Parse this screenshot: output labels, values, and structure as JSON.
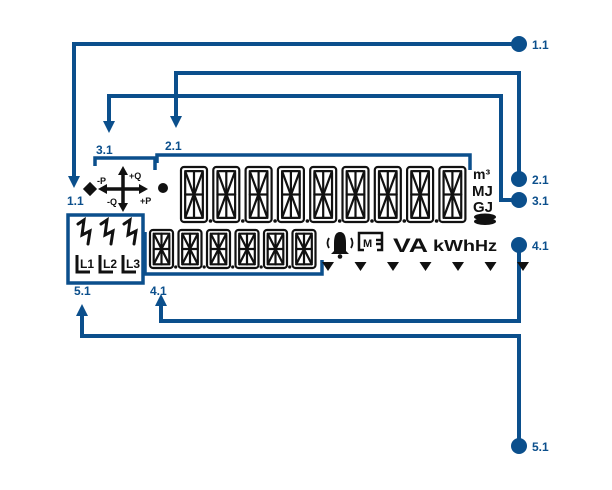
{
  "colors": {
    "leader": "#0b4f8c",
    "lcd_ink": "#111111",
    "segment_fill": "#ffffff",
    "background": "#ffffff"
  },
  "callouts": {
    "c1_1_right": "1.1",
    "c2_1_right": "2.1",
    "c3_1_right": "3.1",
    "c4_1_right": "4.1",
    "c5_1_right": "5.1",
    "c1_1_left": "1.1",
    "c3_1_left": "3.1",
    "c2_1_left": "2.1",
    "c5_1_left": "5.1",
    "c4_1_left": "4.1"
  },
  "quadrant": {
    "plus_p": "+P",
    "minus_p": "-P",
    "plus_q": "+Q",
    "minus_q": "-Q"
  },
  "phases": [
    "L1",
    "L2",
    "L3"
  ],
  "upper_units": {
    "m3": "m³",
    "mj": "MJ",
    "gj": "GJ"
  },
  "lower_units": {
    "va": "VA",
    "kwh": "kWh",
    "hz": "Hz"
  },
  "main_display": {
    "digit_count": 9
  },
  "aux_display": {
    "digit_count": 6
  },
  "triangle_count": 7,
  "icons": [
    "diamond-icon",
    "quadrant-arrows-icon",
    "dot-icon",
    "phase-wave-icon",
    "alarm-bell-icon",
    "meter-icon",
    "coin-stack-icon",
    "triangle-marker-icon"
  ]
}
